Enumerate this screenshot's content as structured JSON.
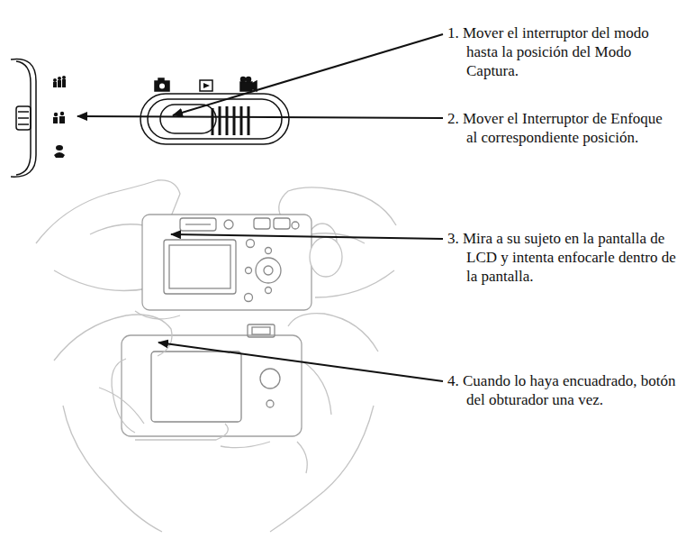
{
  "diagram": {
    "labels": [
      "1. Mover el interruptor del modo hasta la posición del Modo Captura.",
      "2. Mover el Interruptor de Enfoque al correspondiente posición.",
      "3. Mira a su sujeto en la pantalla de LCD y intenta enfocarle dentro de la pantalla.",
      "4. Cuando lo haya encuadrado, botón del obturador una vez."
    ]
  }
}
